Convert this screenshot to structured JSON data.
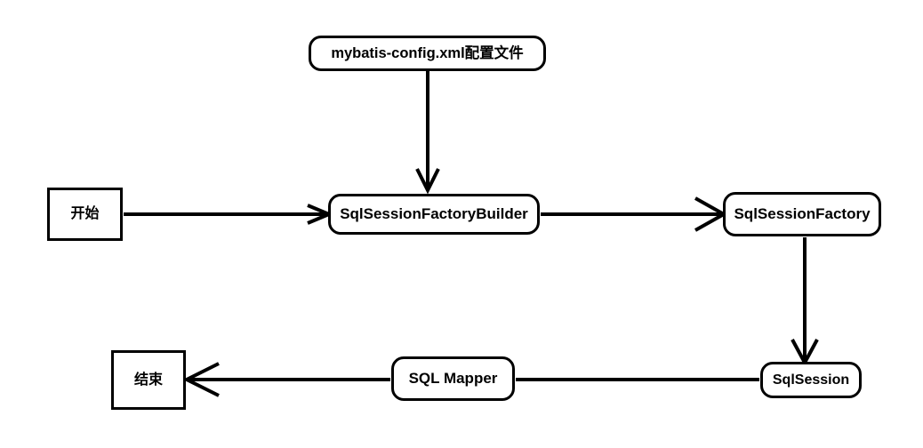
{
  "diagram": {
    "title": "MyBatis execution flow",
    "background_color": "#ffffff",
    "stroke_color": "#000000",
    "nodes": {
      "config": {
        "label": "mybatis-config.xml配置文件",
        "shape": "rounded-rectangle"
      },
      "start": {
        "label": "开始",
        "shape": "rectangle"
      },
      "builder": {
        "label": "SqlSessionFactoryBuilder",
        "shape": "rounded-rectangle"
      },
      "factory": {
        "label": "SqlSessionFactory",
        "shape": "rounded-rectangle"
      },
      "sqlsession": {
        "label": "SqlSession",
        "shape": "rounded-rectangle"
      },
      "sqlmapper": {
        "label": "SQL Mapper",
        "shape": "rounded-rectangle"
      },
      "end": {
        "label": "结束",
        "shape": "rectangle"
      }
    },
    "edges": [
      {
        "from": "config",
        "to": "builder",
        "direction": "down",
        "arrowhead": true
      },
      {
        "from": "start",
        "to": "builder",
        "direction": "right",
        "arrowhead": true
      },
      {
        "from": "builder",
        "to": "factory",
        "direction": "right",
        "arrowhead": true
      },
      {
        "from": "factory",
        "to": "sqlsession",
        "direction": "down",
        "arrowhead": true
      },
      {
        "from": "sqlsession",
        "to": "sqlmapper",
        "direction": "left",
        "arrowhead": false
      },
      {
        "from": "sqlmapper",
        "to": "end",
        "direction": "left",
        "arrowhead": true
      }
    ]
  }
}
